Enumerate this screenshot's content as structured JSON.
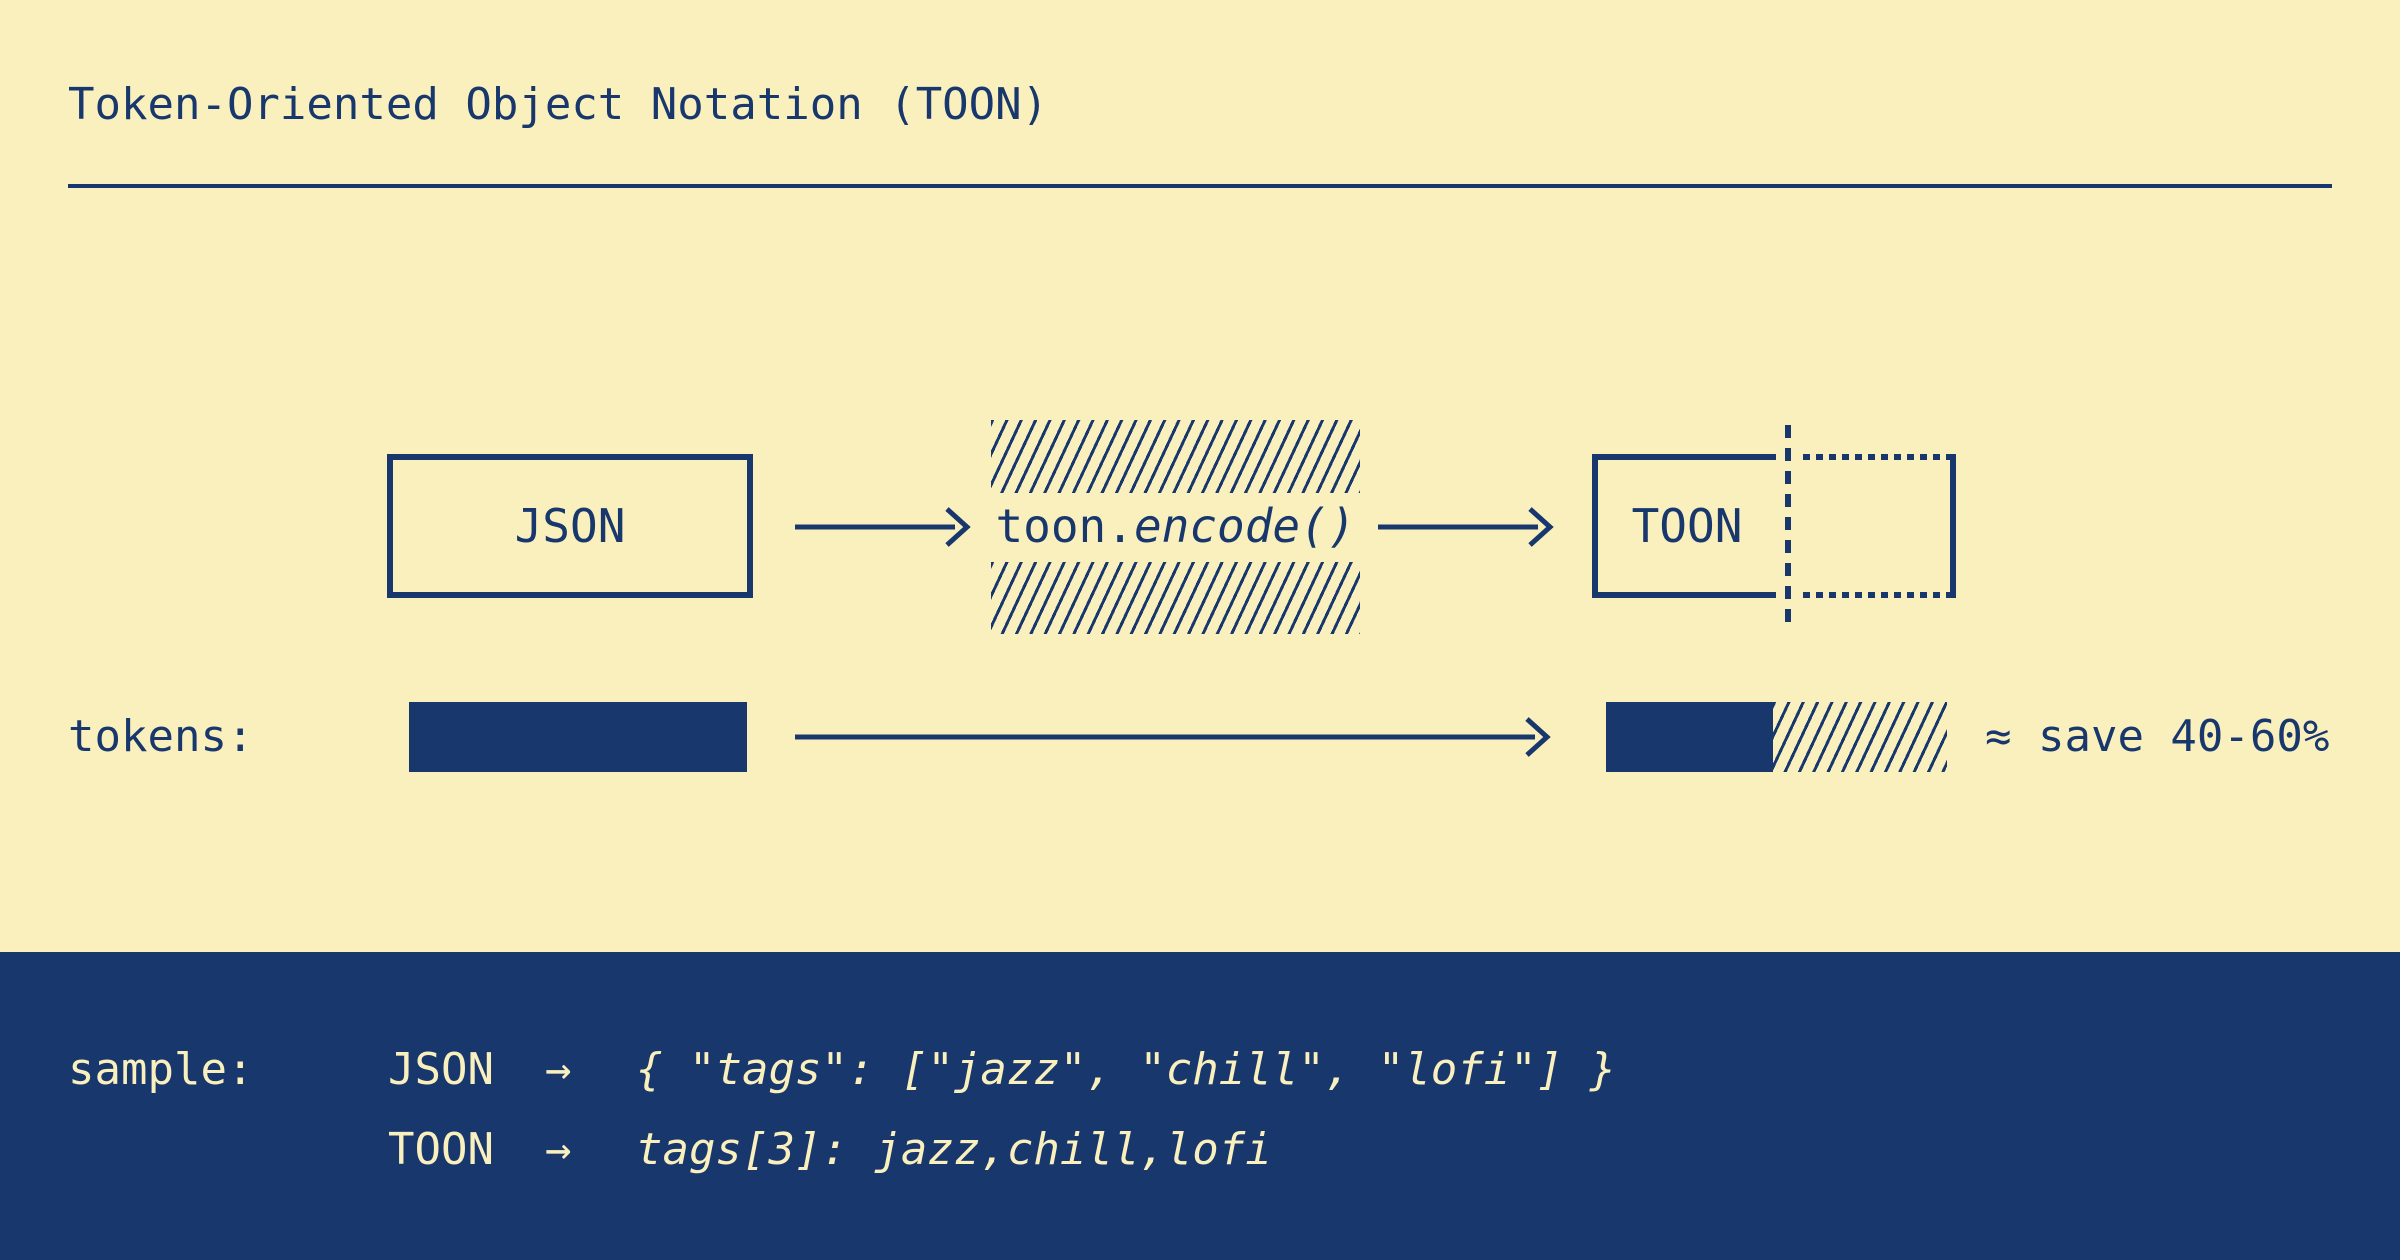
{
  "title": "Token-Oriented Object Notation (TOON)",
  "palette": {
    "cream": "#FAF0BD",
    "navy": "#17376D"
  },
  "diagram": {
    "input_label": "JSON",
    "transform_prefix": "toon.",
    "transform_call": "encode()",
    "output_label": "TOON"
  },
  "tokens_row": {
    "label": "tokens:",
    "savings_note": "≈ save 40-60%"
  },
  "sample": {
    "label": "sample:",
    "rows": [
      {
        "format": "JSON",
        "arrow": "→",
        "code": "{ \"tags\": [\"jazz\", \"chill\", \"lofi\"] }"
      },
      {
        "format": "TOON",
        "arrow": "→",
        "code": "tags[3]: jazz,chill,lofi"
      }
    ]
  }
}
